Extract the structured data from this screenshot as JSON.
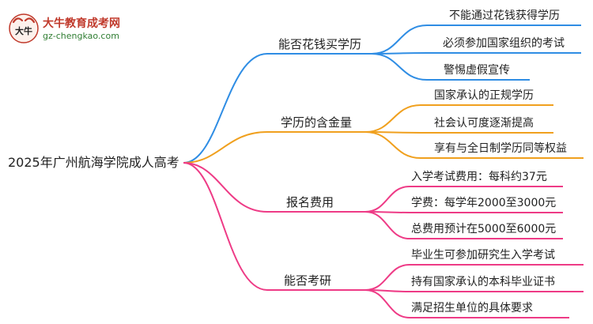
{
  "logo": {
    "name": "大牛教育成考网",
    "url": "gz-chengkao.com",
    "mark_text": "大牛"
  },
  "root": "2025年广州航海学院成人高考",
  "colors": {
    "blue": "#2f8de4",
    "orange": "#f0a01e",
    "pink": "#ee3b86"
  },
  "branches": [
    {
      "label": "能否花钱买学历",
      "color": "blue",
      "leaves": [
        "不能通过花钱获得学历",
        "必须参加国家组织的考试",
        "警惕虚假宣传"
      ]
    },
    {
      "label": "学历的含金量",
      "color": "orange",
      "leaves": [
        "国家承认的正规学历",
        "社会认可度逐渐提高",
        "享有与全日制学历同等权益"
      ]
    },
    {
      "label": "报名费用",
      "color": "pink",
      "leaves": [
        "入学考试费用：每科约37元",
        "学费：每学年2000至3000元",
        "总费用预计在5000至6000元"
      ]
    },
    {
      "label": "能否考研",
      "color": "pink",
      "leaves": [
        "毕业生可参加研究生入学考试",
        "持有国家承认的本科毕业证书",
        "满足招生单位的具体要求"
      ]
    }
  ]
}
